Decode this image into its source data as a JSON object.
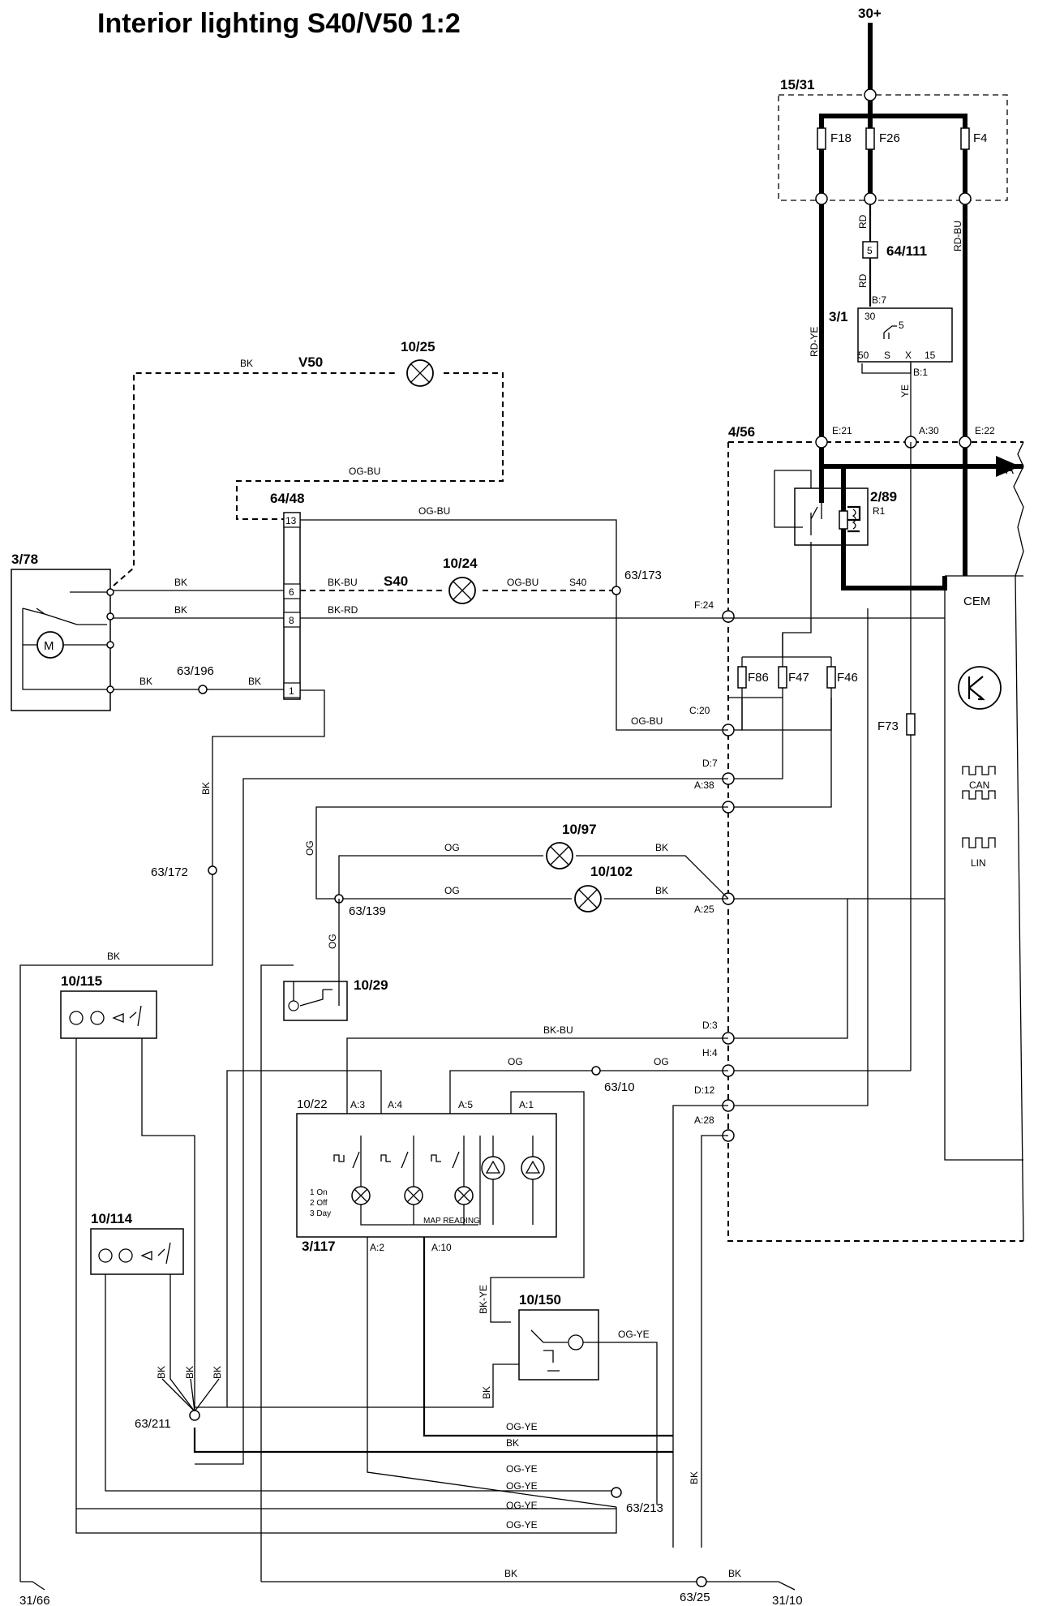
{
  "title": "Interior lighting S40/V50 1:2",
  "supply": "30+",
  "components": {
    "fusebox": "15/31",
    "fuses_top": [
      "F18",
      "F26",
      "F4"
    ],
    "connector_64_111": "64/111",
    "connector_64_111_pin": "5",
    "ignition": "3/1",
    "ignition_pins": [
      "30",
      "5",
      "50",
      "S",
      "X",
      "15"
    ],
    "cem_box": "4/56",
    "relay": "2/89",
    "relay_r": "R1",
    "cem": "CEM",
    "cem_arrow": "A",
    "fuses_cem": [
      "F86",
      "F47",
      "F46",
      "F73"
    ],
    "motor_unit": "3/78",
    "motor": "M",
    "lamp_v50": "10/25",
    "connector_64_48": "64/48",
    "conn_pins": [
      "13",
      "6",
      "8",
      "1"
    ],
    "lamp_s40": "10/24",
    "splice_63_173": "63/173",
    "splice_63_196": "63/196",
    "splice_63_172": "63/172",
    "lamp_10_97": "10/97",
    "lamp_10_102": "10/102",
    "splice_63_139": "63/139",
    "switch_10_29": "10/29",
    "lamp_10_115": "10/115",
    "splice_63_10": "63/10",
    "console_10_22": "10/22",
    "console_3_117": "3/117",
    "console_legend": [
      "1 On",
      "2 Off",
      "3 Day"
    ],
    "map_reading": "MAP READING",
    "lamp_10_114": "10/114",
    "lamp_10_150": "10/150",
    "splice_63_211": "63/211",
    "splice_63_213": "63/213",
    "splice_63_25": "63/25",
    "ground_31_66": "31/66",
    "ground_31_10": "31/10"
  },
  "cem_pins": {
    "b7": "B:7",
    "b1": "B:1",
    "e21": "E:21",
    "a30": "A:30",
    "e22": "E:22",
    "f24": "F:24",
    "c20": "C:20",
    "d7": "D:7",
    "a38": "A:38",
    "a25": "A:25",
    "d3": "D:3",
    "h4": "H:4",
    "d12": "D:12",
    "a28": "A:28"
  },
  "console_pins": [
    "A:3",
    "A:4",
    "A:5",
    "A:1",
    "A:2",
    "A:10"
  ],
  "wire_colors": {
    "rd": "RD",
    "rd_bu": "RD-BU",
    "rd_ye": "RD-YE",
    "ye": "YE",
    "bk": "BK",
    "og_bu": "OG-BU",
    "bk_bu": "BK-BU",
    "bk_rd": "BK-RD",
    "og": "OG",
    "bk_ye": "BK-YE",
    "og_ye": "OG-YE"
  },
  "variants": {
    "v50": "V50",
    "s40": "S40"
  },
  "cem_symbols": {
    "can": "CAN",
    "lin": "LIN"
  }
}
